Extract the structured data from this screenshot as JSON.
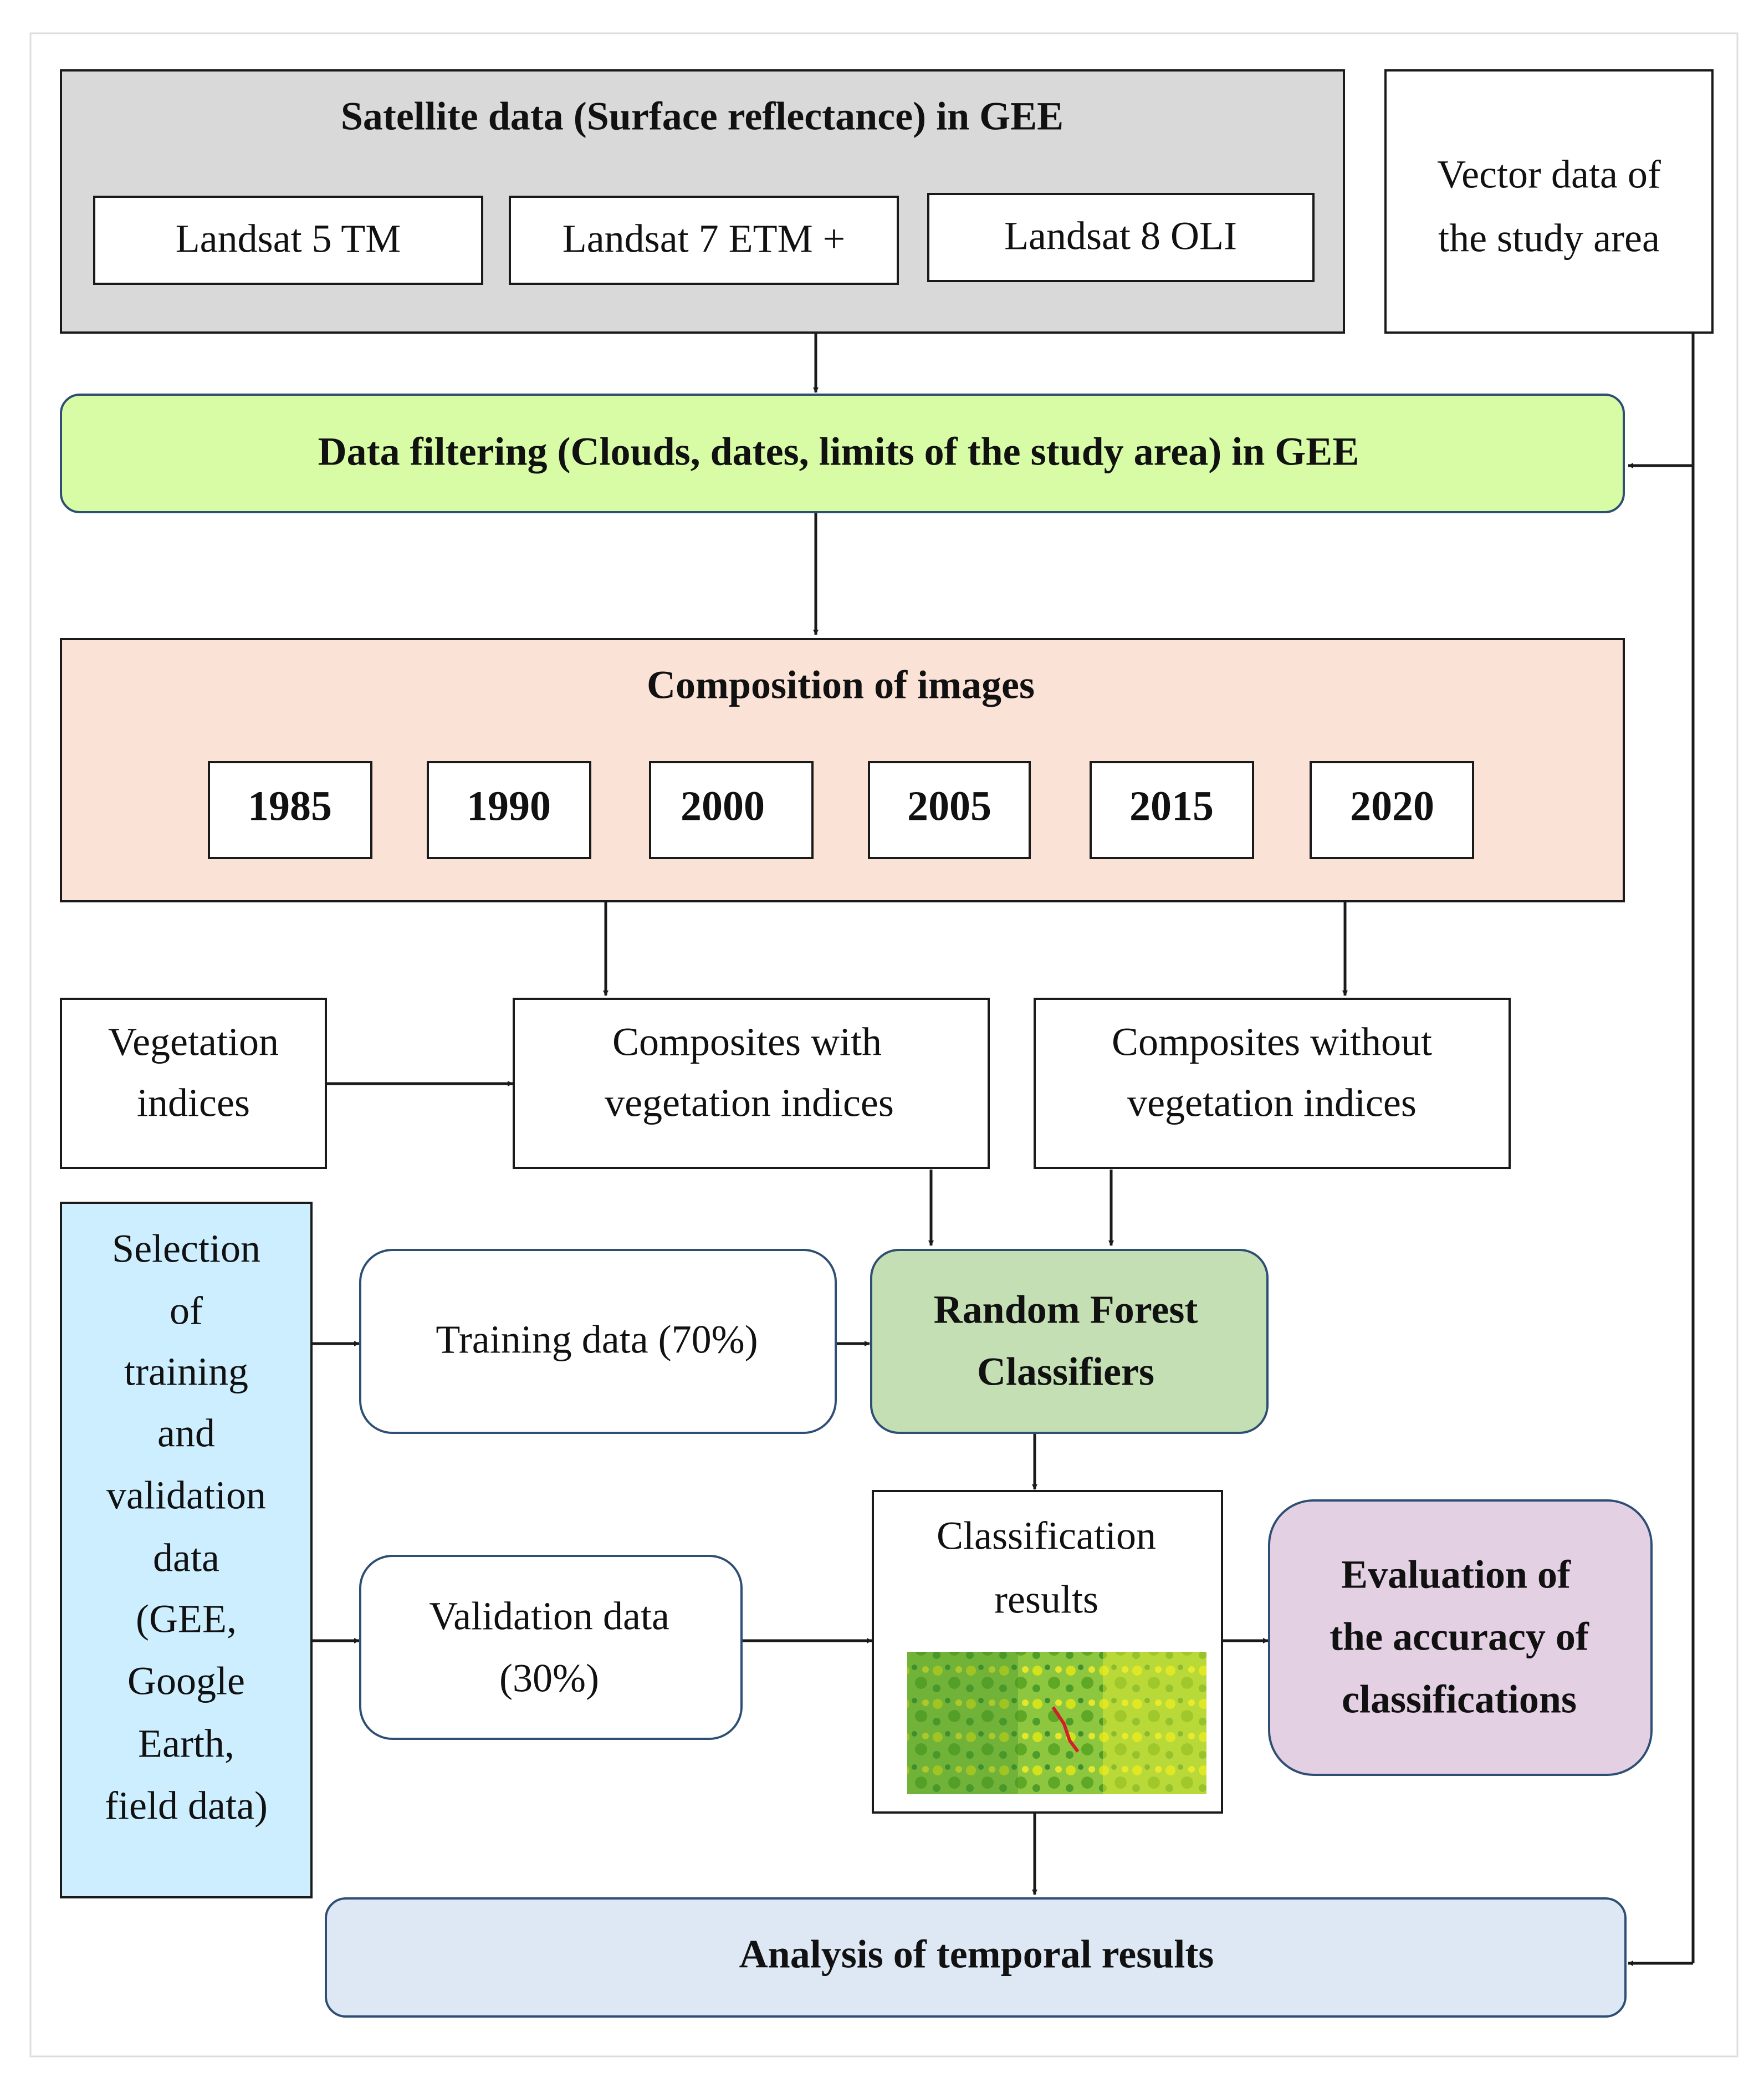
{
  "satellite": {
    "title": "Satellite data (Surface reflectance) in GEE",
    "sensors": [
      "Landsat 5 TM",
      "Landsat 7 ETM +",
      "Landsat 8 OLI"
    ]
  },
  "vector": {
    "lines": [
      "Vector data of",
      "the study area"
    ]
  },
  "filtering": {
    "label": "Data filtering (Clouds, dates, limits of the study area) in GEE"
  },
  "composition": {
    "title": "Composition of images",
    "years": [
      "1985",
      "1990",
      "2000",
      "2005",
      "2015",
      "2020"
    ]
  },
  "vegetation": {
    "lines": [
      "Vegetation",
      "indices"
    ]
  },
  "with_vi": {
    "lines": [
      "Composites with",
      "vegetation indices"
    ]
  },
  "without_vi": {
    "lines": [
      "Composites without",
      "vegetation indices"
    ]
  },
  "selection": {
    "lines": [
      "Selection",
      "of",
      "training",
      "and",
      "validation",
      "data",
      "(GEE,",
      "Google",
      "Earth,",
      "field data)"
    ]
  },
  "training": {
    "label": "Training data (70%)"
  },
  "validation": {
    "lines": [
      "Validation data",
      "(30%)"
    ]
  },
  "rf": {
    "lines": [
      "Random Forest",
      "Classifiers"
    ]
  },
  "classification": {
    "lines": [
      "Classification",
      "results"
    ]
  },
  "evaluation": {
    "lines": [
      "Evaluation of",
      "the accuracy of",
      "classifications"
    ]
  },
  "analysis": {
    "label": "Analysis of temporal results"
  },
  "colors": {
    "satellite_fill": "#d9d9d9",
    "filtering_fill": "#d8fba6",
    "composition_fill": "#fbe2d6",
    "selection_fill": "#cdeefe",
    "rf_fill": "#c4dfb4",
    "evaluation_fill": "#e3d0e3",
    "analysis_fill": "#dde8f4",
    "rounded_stroke": "#2e4f73"
  }
}
